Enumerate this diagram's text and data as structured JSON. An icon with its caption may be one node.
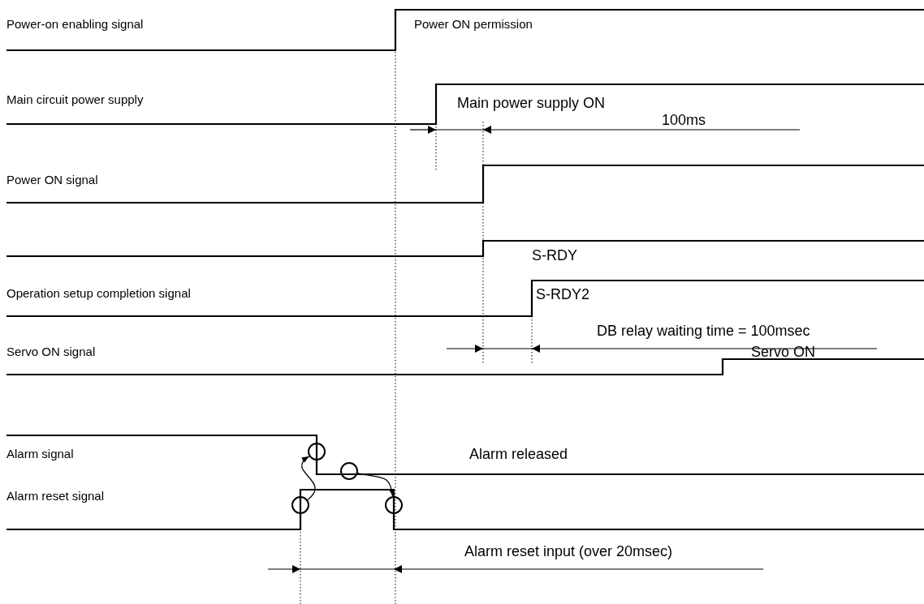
{
  "diagram": {
    "nodes": [
      {
        "text": [],
        "shape": "circle"
      },
      {
        "text": [],
        "shape": "circle"
      },
      {
        "text": [],
        "shape": "circle"
      },
      {
        "text": [],
        "shape": "circle"
      }
    ],
    "edges": [
      {
        "from": 2,
        "to": 0,
        "arrow": "to"
      },
      {
        "from": 1,
        "to": 3,
        "arrow": "to"
      }
    ],
    "labels": [
      "Power-on enabling signal",
      "Power ON permission",
      "Main circuit power supply",
      "Main power supply ON",
      "100ms",
      "Power ON signal",
      "S-RDY",
      "Operation setup completion signal",
      "S-RDY2",
      "DB relay waiting time = 100msec",
      "Servo ON signal",
      "Servo ON",
      "Alarm signal",
      "Alarm released",
      "Alarm reset signal",
      "Alarm reset input (over 20msec)"
    ]
  }
}
